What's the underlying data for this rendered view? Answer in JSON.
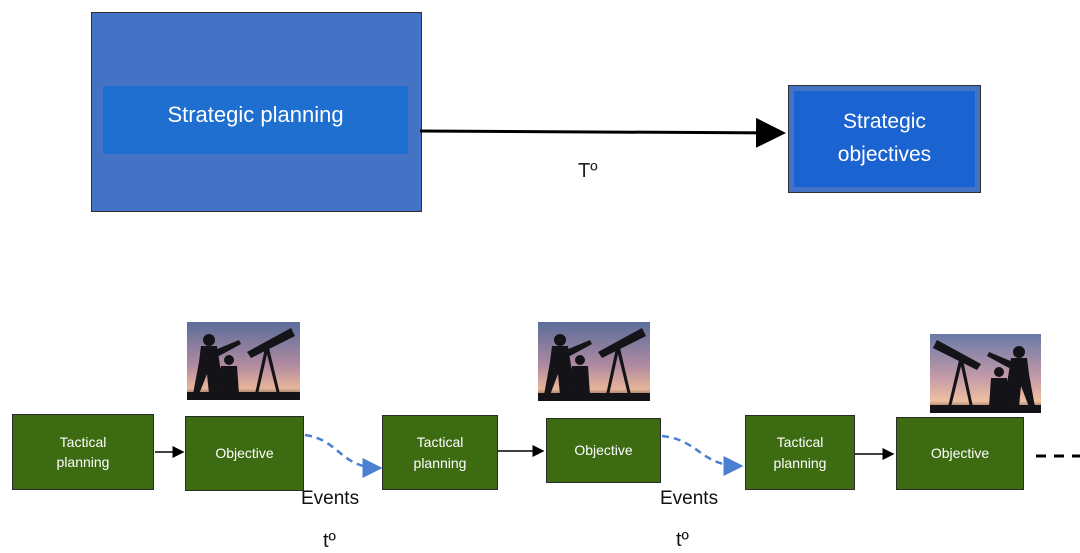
{
  "strategic": {
    "planning_label": "Strategic planning",
    "objectives_label_line1": "Strategic",
    "objectives_label_line2": "objectives",
    "time_label": "Tº"
  },
  "tactical": {
    "boxes": [
      {
        "line1": "Tactical",
        "line2": "planning"
      },
      {
        "line1": "Objective",
        "line2": ""
      },
      {
        "line1": "Tactical",
        "line2": "planning"
      },
      {
        "line1": "Objective",
        "line2": ""
      },
      {
        "line1": "Tactical",
        "line2": "planning"
      },
      {
        "line1": "Objective",
        "line2": ""
      }
    ],
    "events_label": "Events",
    "time_label": "tº"
  },
  "colors": {
    "strategic_outer": "#4472c4",
    "strategic_inner": "#1f6fd1",
    "tactical_green": "#3d6b12",
    "dashed_arrow": "#4a7fd1"
  },
  "icons": {
    "photo": "stargazing-telescope-photo"
  }
}
